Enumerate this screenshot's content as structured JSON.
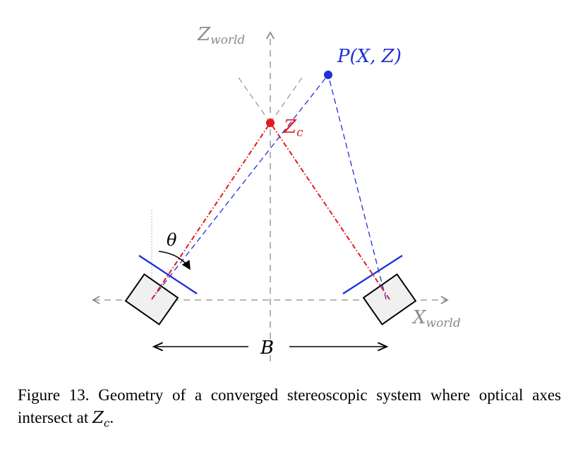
{
  "figure": {
    "labels": {
      "z_world_main": "Z",
      "z_world_sub": "world",
      "x_world_main": "X",
      "x_world_sub": "world",
      "point_p": "P(X, Z)",
      "zc_main": "Z",
      "zc_sub": "c",
      "theta": "θ",
      "baseline": "B"
    },
    "colors": {
      "axis": "#8a8a8a",
      "optical_axes": "#e31a1c",
      "rays": "#1f2fd9",
      "sensor": "#1f2fd9",
      "camera_fill": "#f0f0f0",
      "camera_stroke": "#000000"
    }
  },
  "caption": {
    "prefix": "Figure 13.  Geometry of a converged stereoscopic system where optical axes intersect at ",
    "math_main": "Z",
    "math_sub": "c",
    "suffix": "."
  }
}
